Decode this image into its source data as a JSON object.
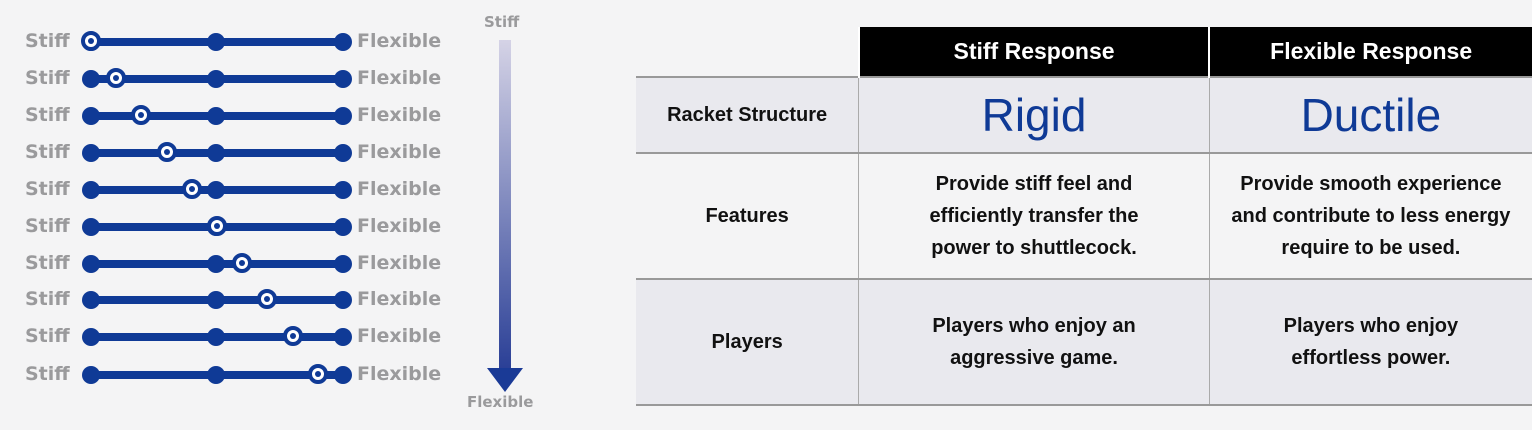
{
  "scale": {
    "left_label": "Stiff",
    "right_label": "Flexible",
    "knob_positions": [
      0,
      0.1,
      0.2,
      0.3,
      0.4,
      0.5,
      0.6,
      0.7,
      0.8,
      0.9
    ]
  },
  "arrow": {
    "top_label": "Stiff",
    "bottom_label": "Flexible"
  },
  "table": {
    "headers": [
      "Stiff Response",
      "Flexible Response"
    ],
    "rows": [
      {
        "label": "Racket Structure",
        "stiff": "Rigid",
        "flexible": "Ductile"
      },
      {
        "label": "Features",
        "stiff": "Provide stiff feel and efficiently transfer the power to shuttlecock.",
        "flexible": "Provide smooth experience and contribute to less energy require to be used."
      },
      {
        "label": "Players",
        "stiff": "Players who enjoy an aggressive game.",
        "flexible": "Players who enjoy effortless power."
      }
    ]
  },
  "colors": {
    "accent": "#0f3a96"
  }
}
